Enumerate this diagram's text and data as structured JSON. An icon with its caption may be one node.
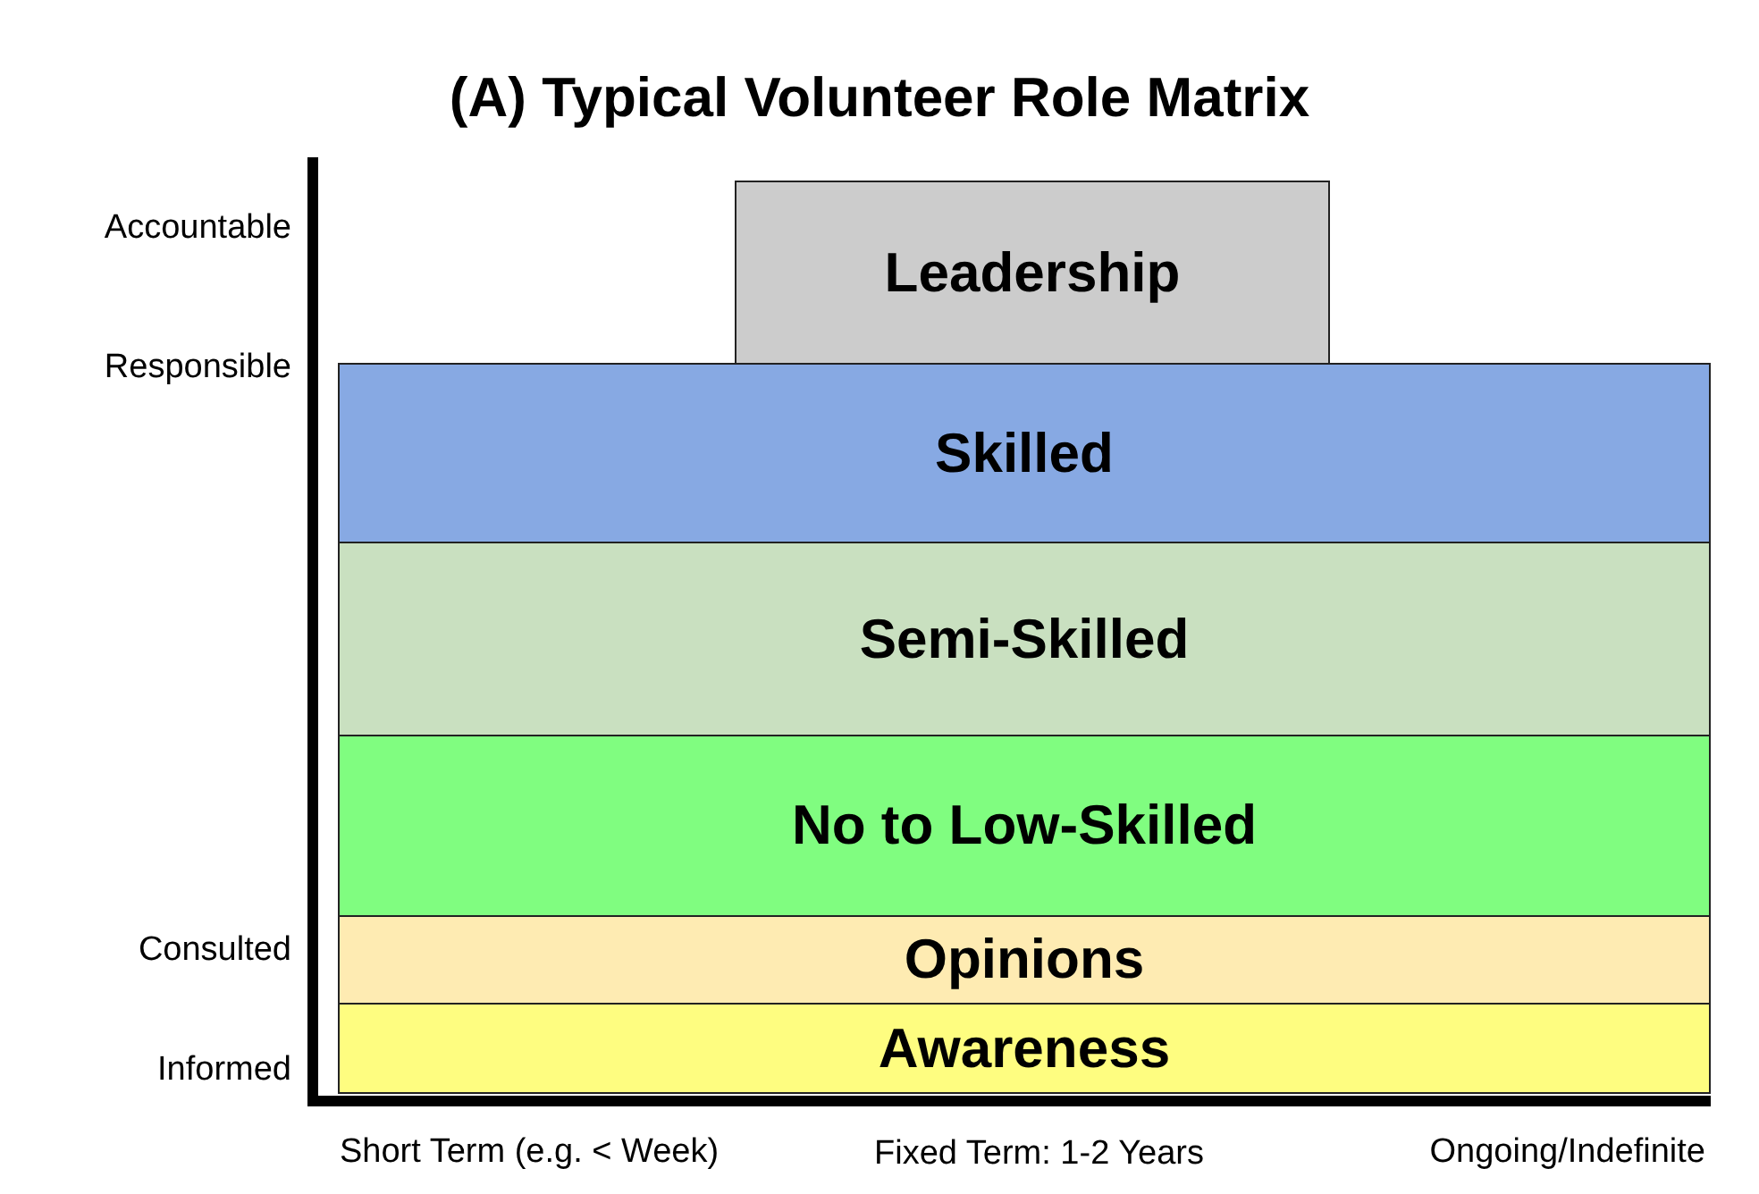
{
  "diagram": {
    "title": "(A) Typical Volunteer Role Matrix",
    "nodes": [
      {
        "text": [
          "Leadership"
        ]
      },
      {
        "text": [
          "Skilled"
        ]
      },
      {
        "text": [
          "Semi-Skilled"
        ]
      },
      {
        "text": [
          "No to Low-Skilled"
        ]
      },
      {
        "text": [
          "Opinions"
        ]
      },
      {
        "text": [
          "Awareness"
        ]
      }
    ],
    "labels": [
      "Accountable",
      "Responsible",
      "Consulted",
      "Informed",
      "Short Term (e.g. < Week)",
      "Fixed Term: 1-2 Years",
      "Ongoing/Indefinite"
    ]
  }
}
